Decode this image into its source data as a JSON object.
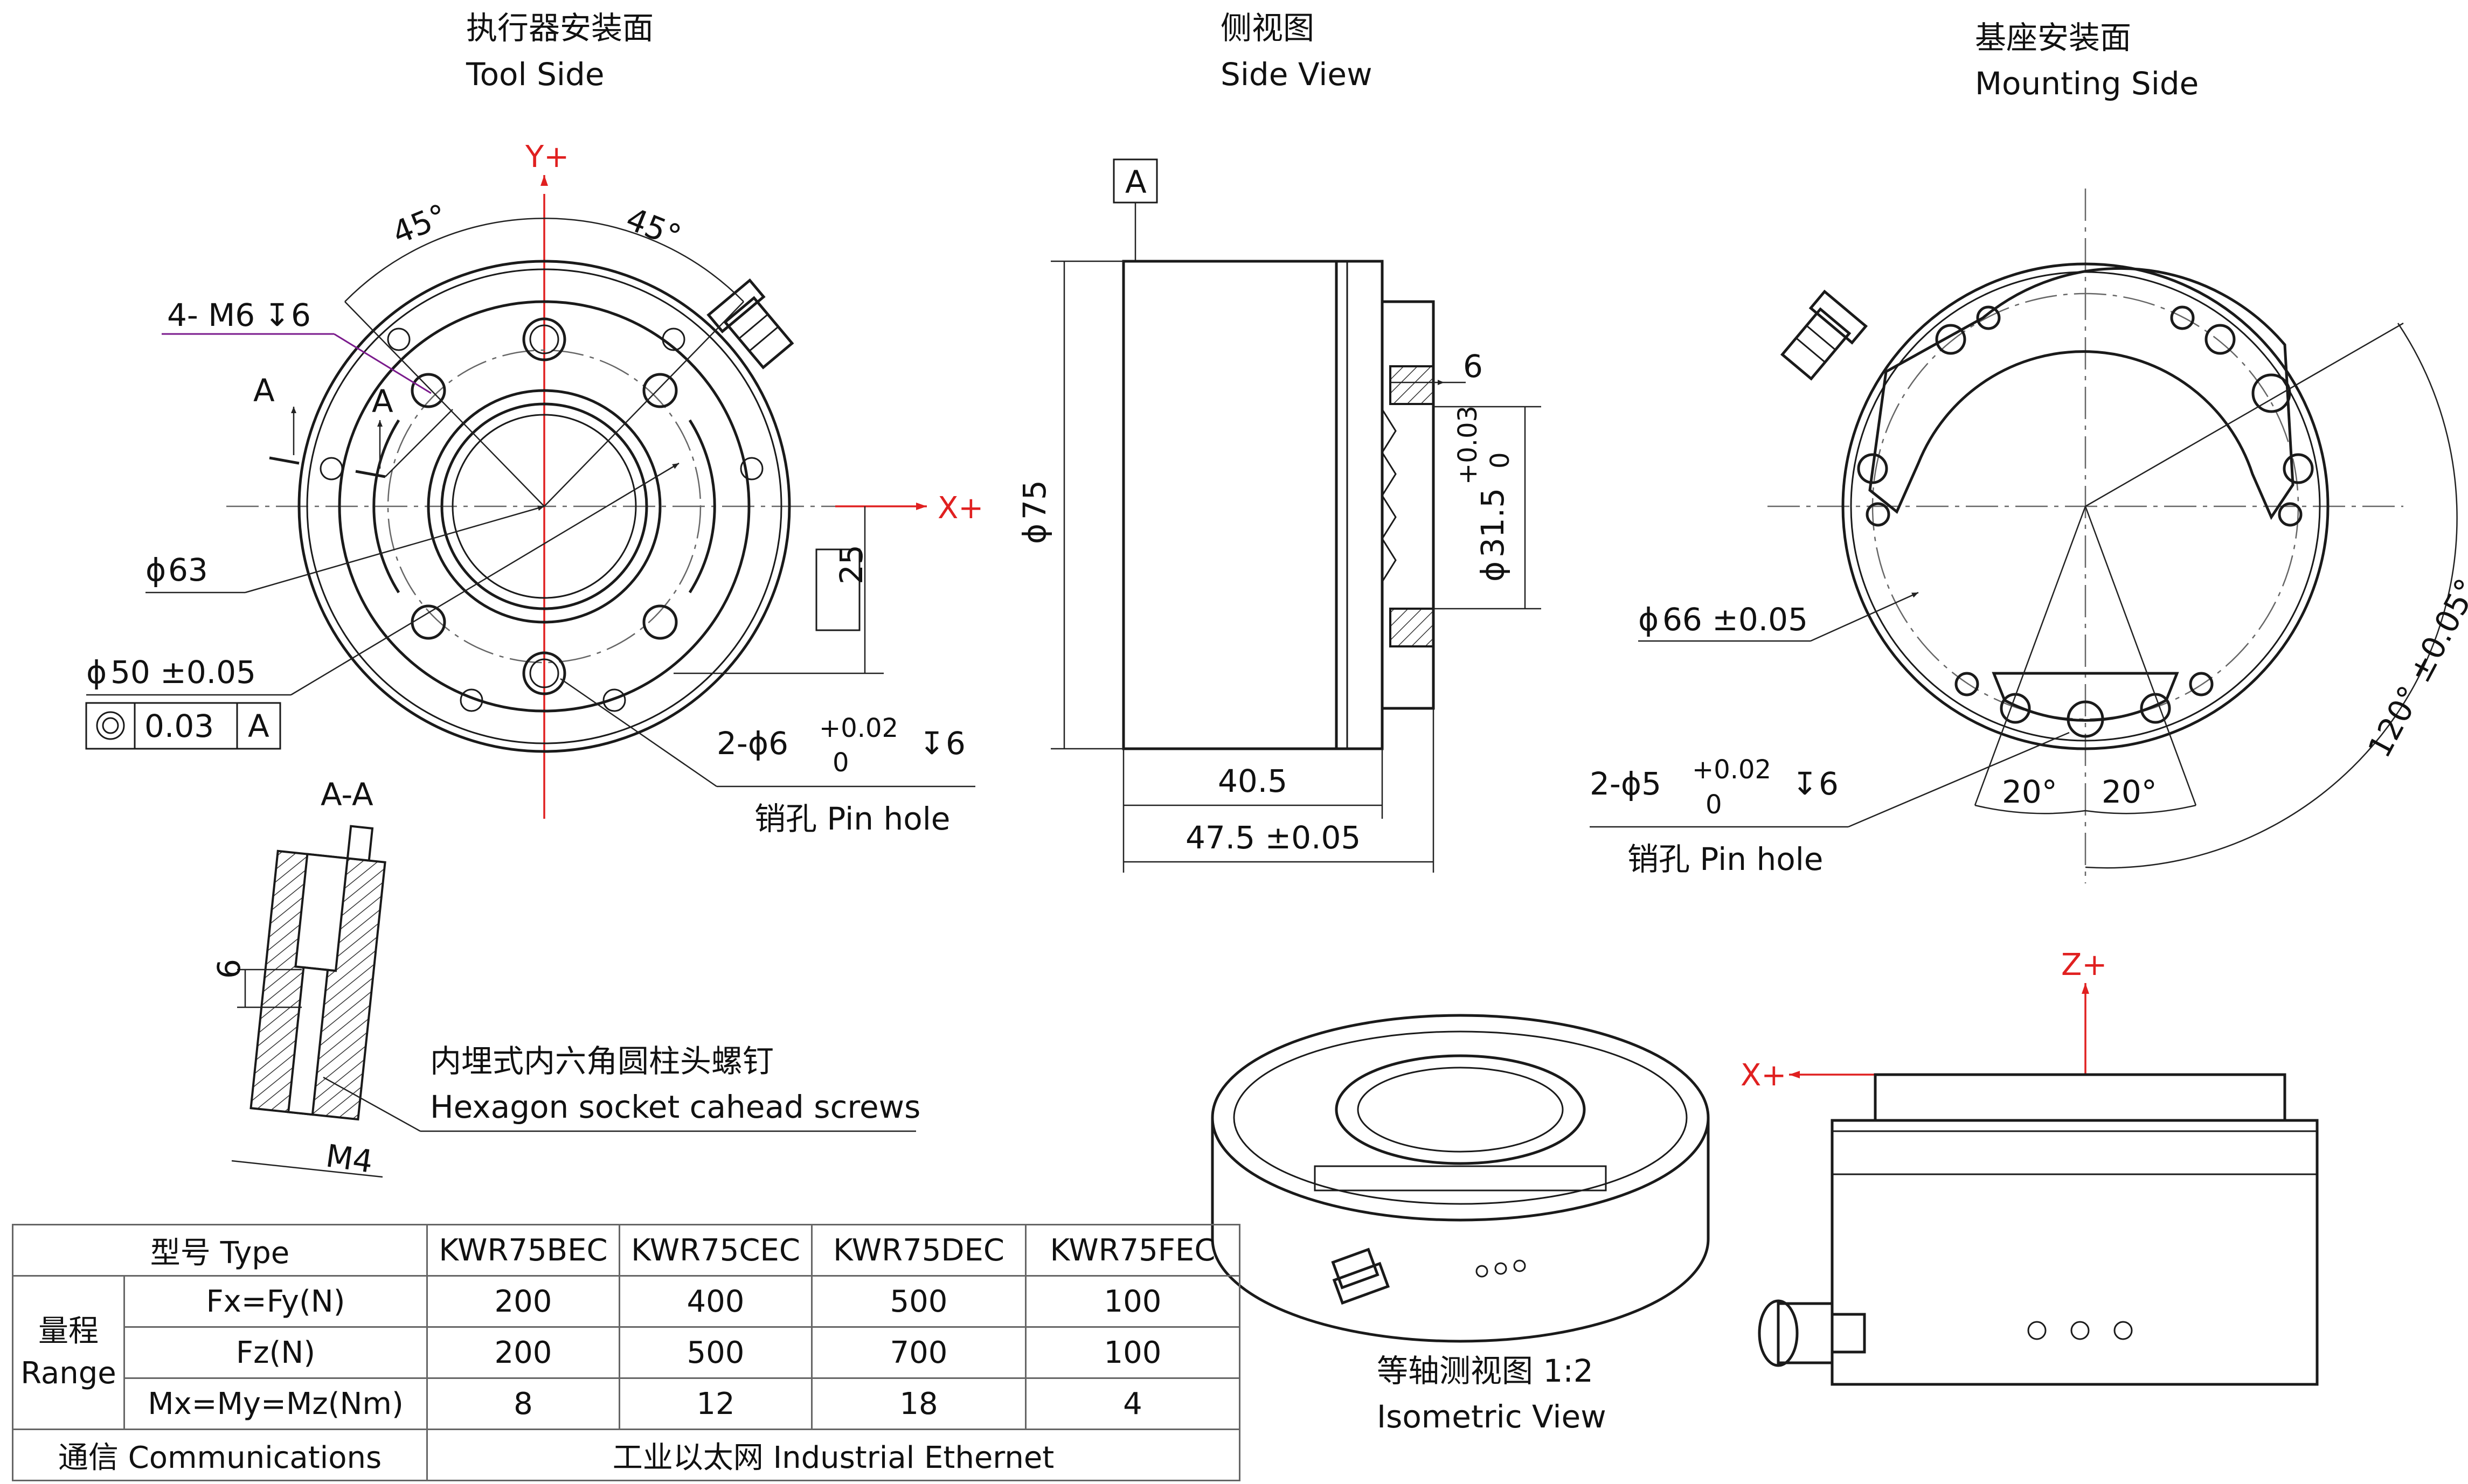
{
  "views": {
    "tool_side": {
      "title_cn": "执行器安装面",
      "title_en": "Tool Side"
    },
    "side_view": {
      "title_cn": "侧视图",
      "title_en": "Side View"
    },
    "mounting_side": {
      "title_cn": "基座安装面",
      "title_en": "Mounting Side"
    },
    "section": {
      "title": "A-A"
    },
    "isometric": {
      "title_cn": "等轴测视图 1:2",
      "title_en": "Isometric View"
    }
  },
  "axes": {
    "y_plus": "Y+",
    "x_plus": "X+",
    "z_plus": "Z+"
  },
  "tool_side_dims": {
    "angle_left": "45°",
    "angle_right": "45°",
    "thread": "4- M6",
    "thread_depth": "6",
    "section_mark_1": "A",
    "section_mark_2": "A",
    "phi63": "63",
    "phi50": "50 ±0.05",
    "tolerance_value": "0.03",
    "tolerance_datum": "A",
    "dim25": "25",
    "pin": "2-ϕ6",
    "pin_tol_upper": "+0.02",
    "pin_tol_lower": "0",
    "pin_depth": "6",
    "pin_label": "销孔 Pin hole"
  },
  "side_view_dims": {
    "datum": "A",
    "phi75": "75",
    "phi31": "31.5",
    "phi31_upper": "+0.03",
    "phi31_lower": "0",
    "dim6": "6",
    "len_inner": "40.5",
    "len_total": "47.5 ±0.05"
  },
  "mounting_side_dims": {
    "phi66": "66 ±0.05",
    "pin": "2-ϕ5",
    "pin_tol_upper": "+0.02",
    "pin_tol_lower": "0",
    "pin_depth": "6",
    "pin_label": "销孔 Pin hole",
    "angle_a": "20°",
    "angle_b": "20°",
    "angle_c": "120° ±0.05°"
  },
  "section_dims": {
    "dim6": "6",
    "thread": "M4",
    "screw_cn": "内埋式内六角圆柱头螺钉",
    "screw_en": "Hexagon socket cahead screws"
  },
  "table": {
    "type_header": "型号 Type",
    "models": [
      "KWR75BEC",
      "KWR75CEC",
      "KWR75DEC",
      "KWR75FEC"
    ],
    "range_cn": "量程",
    "range_en": "Range",
    "rows": [
      {
        "param": "Fx=Fy(N)",
        "values": [
          "200",
          "400",
          "500",
          "100"
        ]
      },
      {
        "param": "Fz(N)",
        "values": [
          "200",
          "500",
          "700",
          "100"
        ]
      },
      {
        "param": "Mx=My=Mz(Nm)",
        "values": [
          "8",
          "12",
          "18",
          "4"
        ]
      }
    ],
    "comm_label": "通信 Communications",
    "comm_value": "工业以太网 Industrial Ethernet"
  },
  "colors": {
    "axis": "#e02020",
    "annotation": "#7a1a8c",
    "line": "#1a1a1a"
  }
}
